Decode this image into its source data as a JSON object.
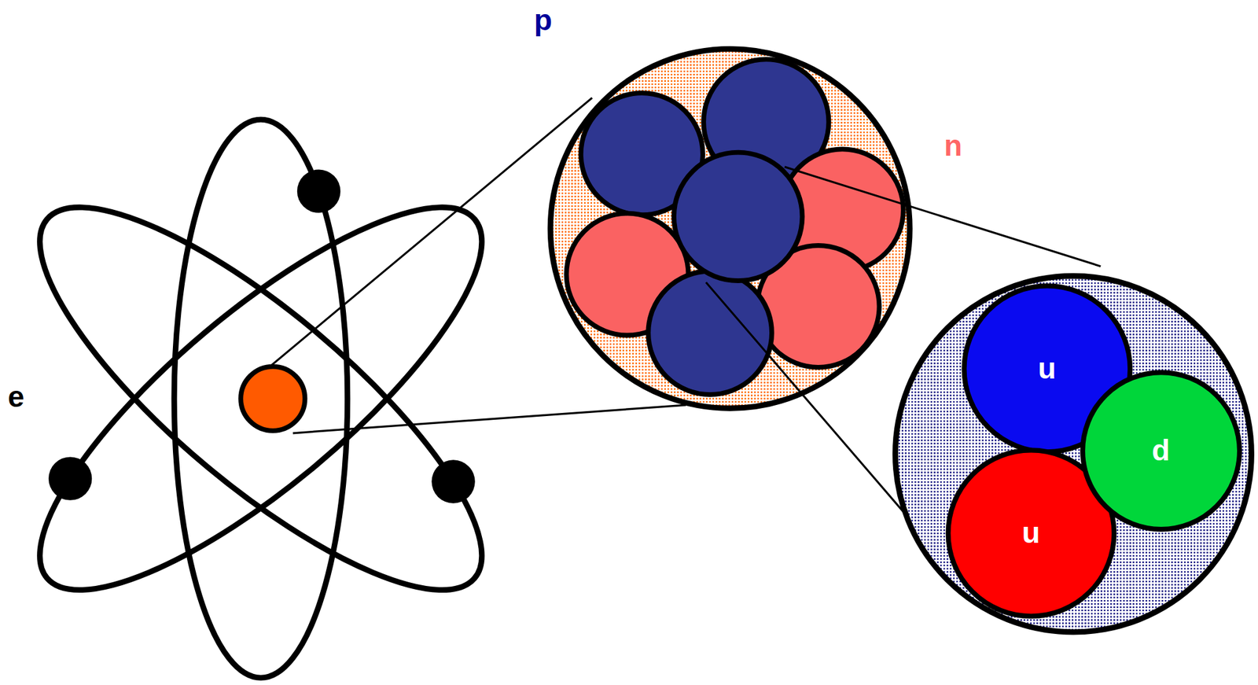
{
  "diagram": {
    "nodes": [
      {
        "text": [
          "u"
        ]
      },
      {
        "text": [
          "d"
        ]
      },
      {
        "text": [
          "u"
        ]
      }
    ],
    "labels": [
      "p",
      "n",
      "e"
    ]
  }
}
